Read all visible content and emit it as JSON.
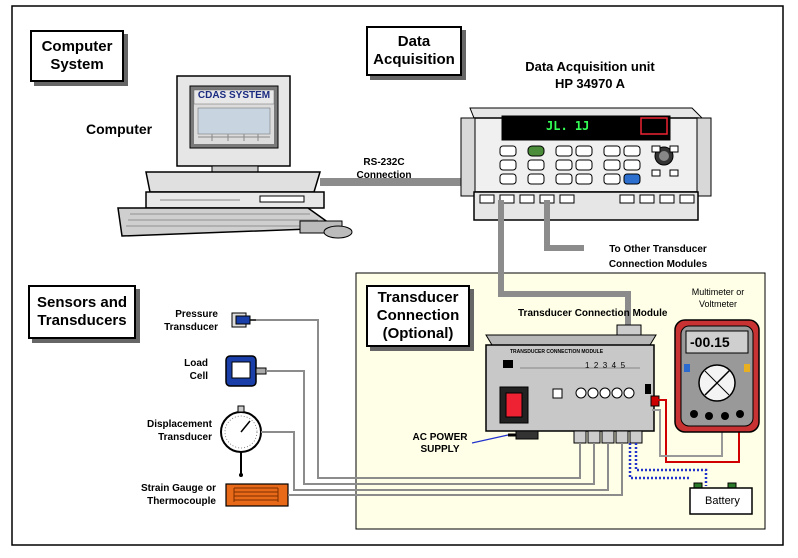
{
  "boxes": {
    "computer_system": [
      "Computer",
      "System"
    ],
    "data_acquisition": [
      "Data",
      "Acquisition"
    ],
    "sensors": [
      "Sensors  and",
      "Transducers"
    ],
    "transducer_connection": [
      "Transducer",
      "Connection",
      "(Optional)"
    ]
  },
  "labels": {
    "daq_unit": [
      "Data Acquisition unit",
      "HP 34970 A"
    ],
    "computer": "Computer",
    "cdas_screen": "CDAS SYSTEM",
    "rs232": [
      "RS-232C",
      "Connection"
    ],
    "to_other": [
      "To Other Transducer",
      "Connection Modules"
    ],
    "tcm": "Transducer Connection Module",
    "multimeter": [
      "Multimeter or",
      "Voltmeter"
    ],
    "multimeter_display": "-00.15",
    "ac_power": [
      "AC POWER",
      "SUPPLY"
    ],
    "battery": "Battery",
    "pressure": [
      "Pressure",
      "Transducer"
    ],
    "load_cell": [
      "Load",
      "Cell"
    ],
    "displacement": [
      "Displacement",
      "Transducer"
    ],
    "strain": [
      "Strain Gauge or",
      "Thermocouple"
    ],
    "module_title": "TRANSDUCER CONNECTION MODULE",
    "channel_numbers": "1  2  3  4  5",
    "daq_display": "JL. 1J"
  },
  "colors": {
    "optional_panel": "#FFFFE8",
    "cable": "#8C8C8C",
    "red_wire": "#D00000",
    "blue_dotted": "#2233CC",
    "multimeter_body": "#C83232",
    "module_body": "#C8C8C8",
    "display_green": "#33FF55"
  },
  "icons": [
    "computer-icon",
    "daq-unit-icon",
    "pressure-transducer-icon",
    "load-cell-icon",
    "dial-gauge-icon",
    "strain-gauge-icon",
    "multimeter-icon",
    "battery-icon",
    "connection-module-icon"
  ]
}
